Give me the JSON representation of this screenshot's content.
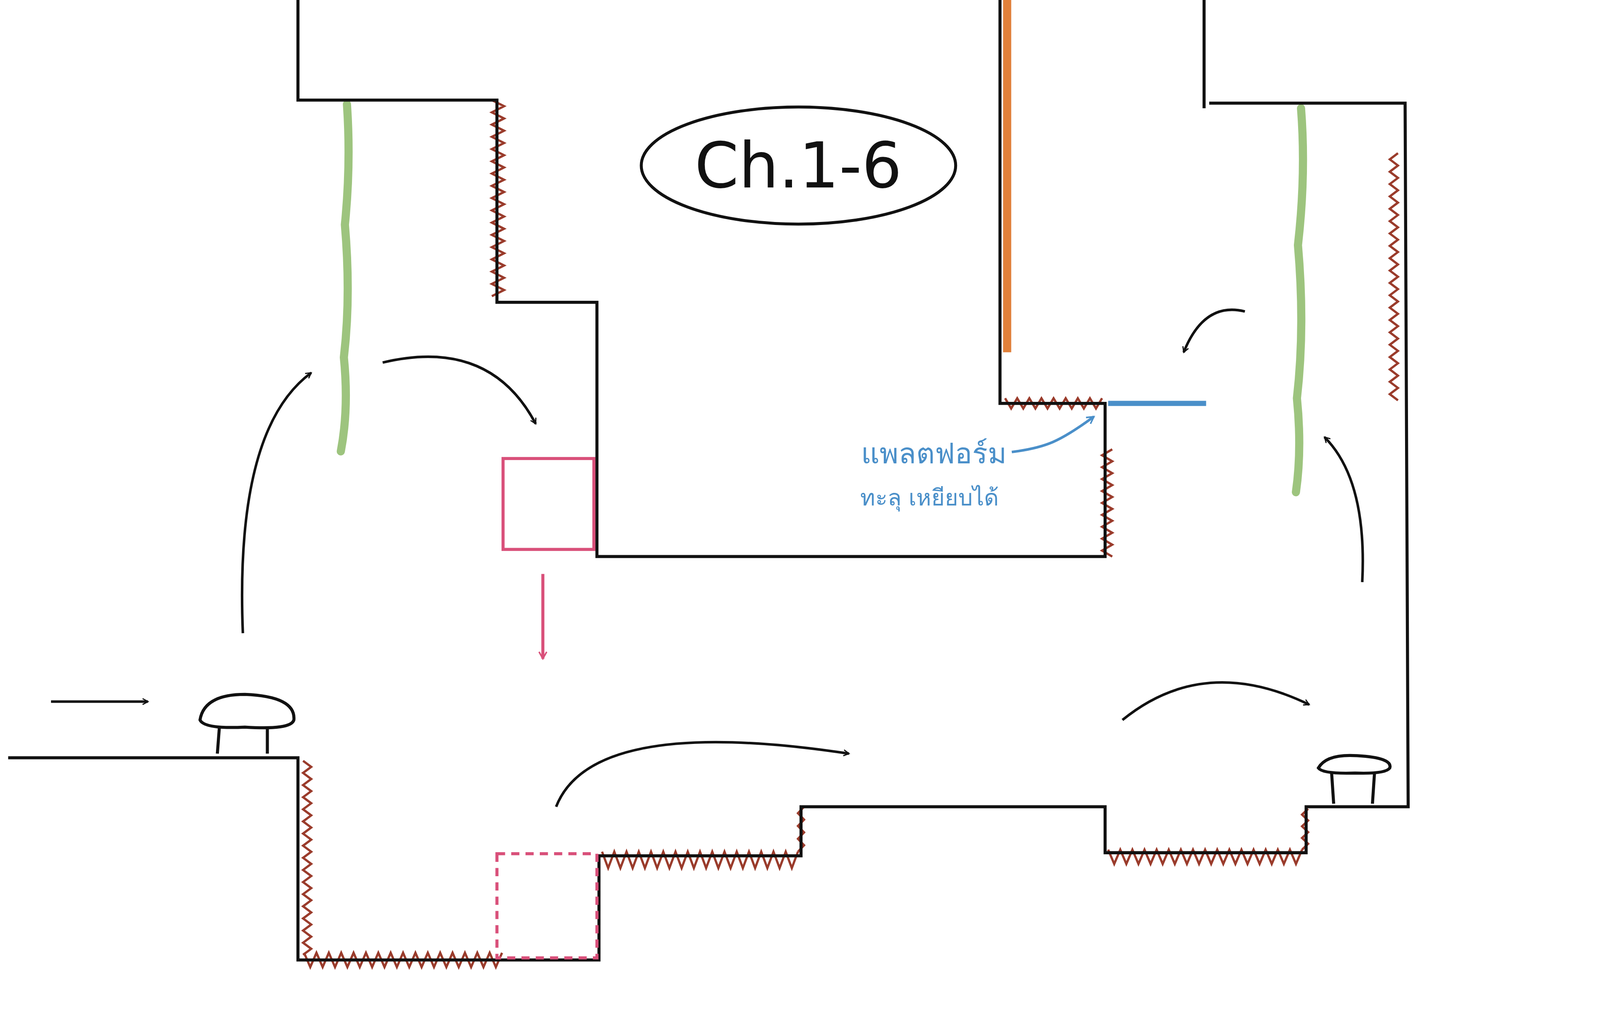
{
  "diagram": {
    "nodes": [
      {
        "text": [
          "Ch.1-6"
        ]
      }
    ],
    "labels": [
      "แพลตฟอร์ม",
      "ทะลุ เหยียบได้"
    ]
  }
}
